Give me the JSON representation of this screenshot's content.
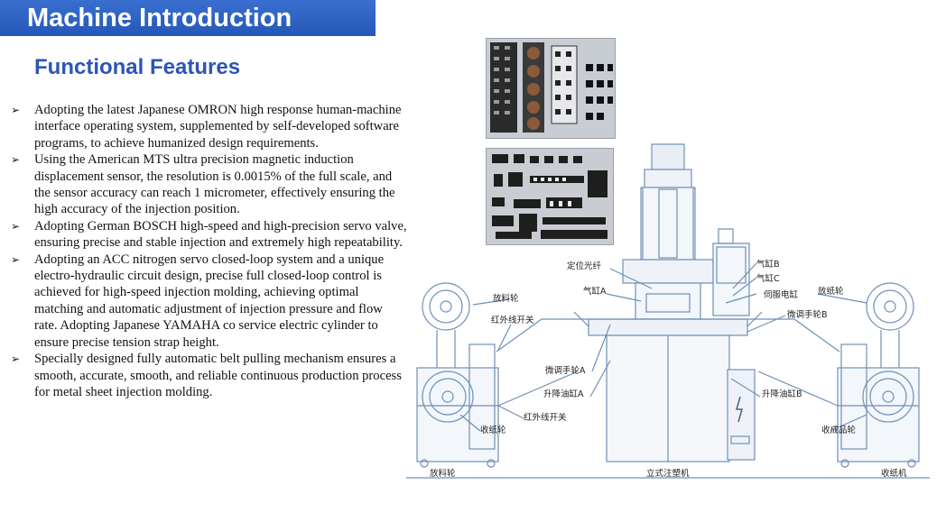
{
  "header": {
    "title": "Machine Introduction",
    "subtitle": "Functional Features"
  },
  "features": [
    "Adopting the latest Japanese OMRON high response human-machine interface operating system, supplemented by self-developed software programs, to achieve humanized design requirements.",
    "Using the American MTS ultra precision magnetic induction displacement sensor, the resolution is 0.0015% of the full scale, and the sensor accuracy can reach 1 micrometer, effectively ensuring the high accuracy of the injection position.",
    "Adopting German BOSCH high-speed and high-precision servo valve, ensuring precise and stable injection and extremely high repeatability.",
    "Adopting an ACC nitrogen servo closed-loop system and a unique electro-hydraulic circuit design, precise full closed-loop control is achieved for high-speed injection molding, achieving optimal matching and automatic adjustment of injection pressure and flow rate. Adopting Japanese YAMAHA co service electric cylinder to ensure precise tension strap height.",
    "Specially designed fully automatic belt pulling mechanism ensures a smooth, accurate, smooth, and reliable continuous production process for metal sheet injection molding."
  ],
  "bullet_glyph": "➢",
  "diagram_labels": {
    "positioning_fiber": "定位光纤",
    "cylinder_a": "气缸A",
    "cylinder_b": "气缸B",
    "cylinder_c": "气缸C",
    "servo_cylinder": "伺服电缸",
    "discharge_wheel_top_left": "放料轮",
    "ir_switch_top": "红外线开关",
    "paper_wheel_top_right": "放纸轮",
    "fine_handwheel_b": "微调手轮B",
    "fine_handwheel_a": "微调手轮A",
    "lift_cylinder_a": "升降油缸A",
    "lift_cylinder_b": "升降油缸B",
    "paper_collect_wheel": "收纸轮",
    "ir_switch_bottom": "红外线开关",
    "product_collect_wheel": "收成品轮",
    "bottom_left": "放料轮",
    "bottom_center": "立式注塑机",
    "bottom_right": "收纸机"
  },
  "colors": {
    "title_bar": "#2d62c4",
    "subtitle": "#2d55b6",
    "diagram_line": "#6f8fb8"
  }
}
